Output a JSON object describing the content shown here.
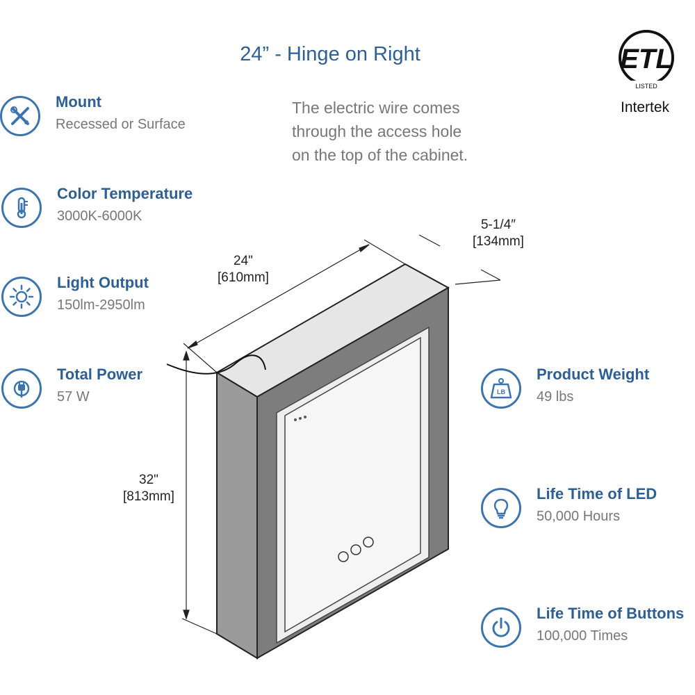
{
  "title": "24” - Hinge on Right",
  "note_lines": [
    "The electric wire comes",
    "through the access hole",
    "on the top of the cabinet."
  ],
  "certification": {
    "mark": "ETL",
    "listed": "LISTED",
    "brand": "Intertek"
  },
  "left_specs": [
    {
      "label": "Mount",
      "value": "Recessed or Surface",
      "icon": "tools-icon"
    },
    {
      "label": "Color Temperature",
      "value": "3000K-6000K",
      "icon": "thermometer-icon"
    },
    {
      "label": "Light Output",
      "value": "150lm-2950lm",
      "icon": "sun-icon"
    },
    {
      "label": "Total Power",
      "value": "57 W",
      "icon": "plug-icon"
    }
  ],
  "right_specs": [
    {
      "label": "Product Weight",
      "value": "49 lbs",
      "icon": "weight-icon",
      "icon_text": "LB"
    },
    {
      "label": "Life Time of LED",
      "value": "50,000 Hours",
      "icon": "bulb-icon"
    },
    {
      "label": "Life Time of Buttons",
      "value": "100,000 Times",
      "icon": "power-icon"
    }
  ],
  "dimensions": {
    "width": {
      "imperial": "24\"",
      "metric": "[610mm]"
    },
    "depth": {
      "imperial": "5-1/4″",
      "metric": "[134mm]"
    },
    "height": {
      "imperial": "32\"",
      "metric": "[813mm]"
    }
  },
  "colors": {
    "accent": "#3c74ad",
    "heading": "#2e5f93",
    "muted": "#777777"
  }
}
